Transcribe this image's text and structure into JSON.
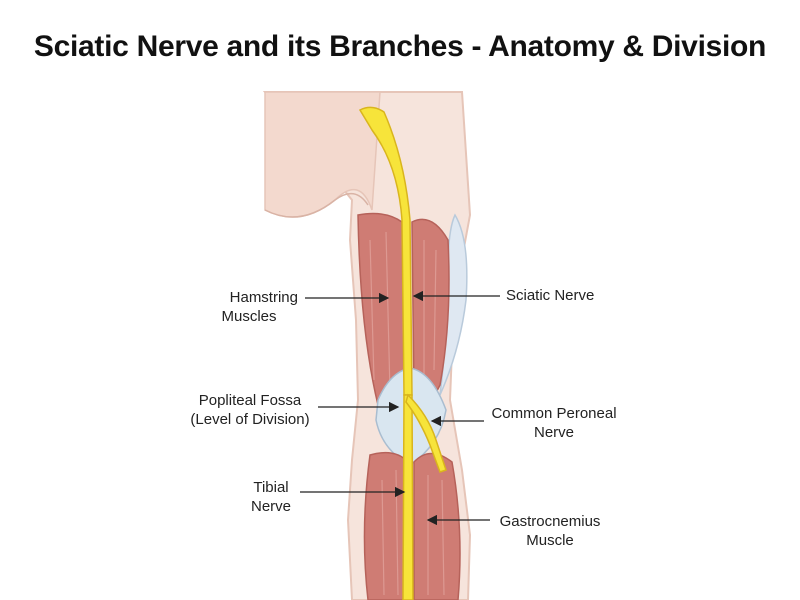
{
  "title": "Sciatic Nerve and its Branches - Anatomy & Division",
  "labels": {
    "hamstring": [
      "Hamstring",
      "Muscles"
    ],
    "popliteal": [
      "Popliteal Fossa",
      "(Level of Division)"
    ],
    "tibial": [
      "Tibial",
      "Nerve"
    ],
    "sciatic": [
      "Sciatic Nerve"
    ],
    "peroneal": [
      "Common Peroneal",
      "Nerve"
    ],
    "gastrocnemius": [
      "Gastrocnemius",
      "Muscle"
    ]
  },
  "colors": {
    "skin": "#f6e4dc",
    "skin_outline": "#e6c5b8",
    "muscle": "#cf7c74",
    "muscle_dark": "#b6625a",
    "fossa": "#d9e6f0",
    "nerve": "#f7e43a",
    "nerve_outline": "#d9b51d",
    "arrow": "#222222"
  }
}
